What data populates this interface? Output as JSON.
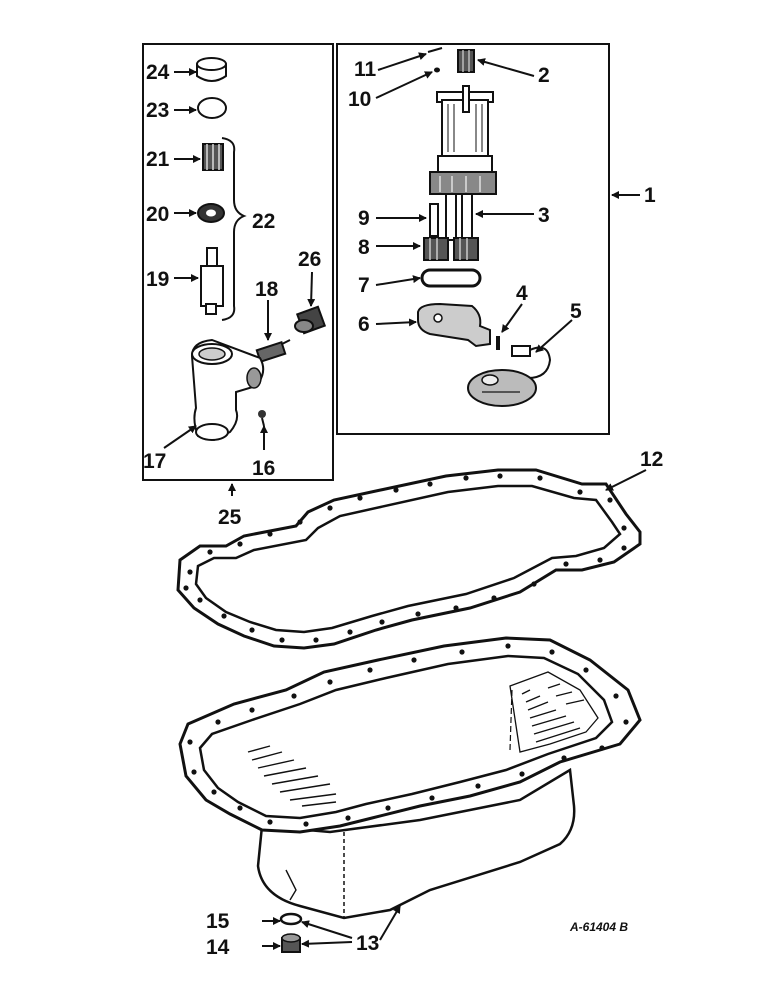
{
  "callouts": {
    "c1": "1",
    "c2": "2",
    "c3": "3",
    "c4": "4",
    "c5": "5",
    "c6": "6",
    "c7": "7",
    "c8": "8",
    "c9": "9",
    "c10": "10",
    "c11": "11",
    "c12": "12",
    "c13": "13",
    "c14": "14",
    "c15": "15",
    "c16": "16",
    "c17": "17",
    "c18": "18",
    "c19": "19",
    "c20": "20",
    "c21": "21",
    "c22": "22",
    "c23": "23",
    "c24": "24",
    "c25": "25",
    "c26": "26"
  },
  "reference_code": "A-61404 B"
}
